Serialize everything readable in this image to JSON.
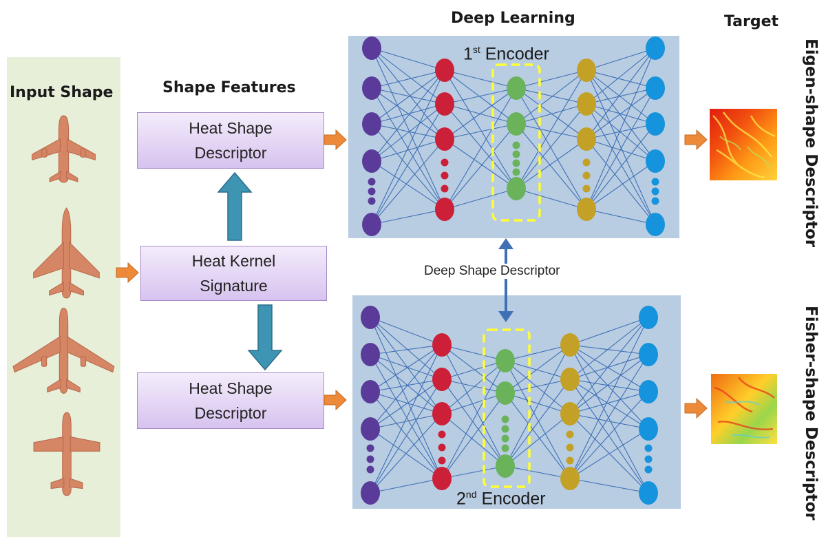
{
  "headings": {
    "input_shape": "Input Shape",
    "shape_features": "Shape Features",
    "deep_learning": "Deep Learning",
    "target": "Target"
  },
  "feature_boxes": {
    "top": [
      "Heat Shape",
      "Descriptor"
    ],
    "middle": [
      "Heat Kernel",
      "Signature"
    ],
    "bottom": [
      "Heat Shape",
      "Descriptor"
    ]
  },
  "encoders": {
    "first": {
      "num": "1",
      "sup": "st",
      "word": "Encoder"
    },
    "second": {
      "num": "2",
      "sup": "nd",
      "word": "Encoder"
    }
  },
  "deep_shape_descriptor": "Deep Shape Descriptor",
  "side_titles": {
    "top": "Eigen-shape Descriptor",
    "bottom": "Fisher-shape Descriptor"
  },
  "colors": {
    "input_panel": "#e7efd9",
    "network_panel": "#b8cde2",
    "edge": "#3f6fb5",
    "layer_input": "#5b3b9a",
    "layer_hidden1": "#cc1f38",
    "layer_code": "#6ab35b",
    "layer_hidden2": "#c3a126",
    "layer_output": "#1593dc",
    "code_box": "#ffff33",
    "arrow_orange": "#ed8a3a",
    "arrow_teal": "#3d95b3"
  }
}
